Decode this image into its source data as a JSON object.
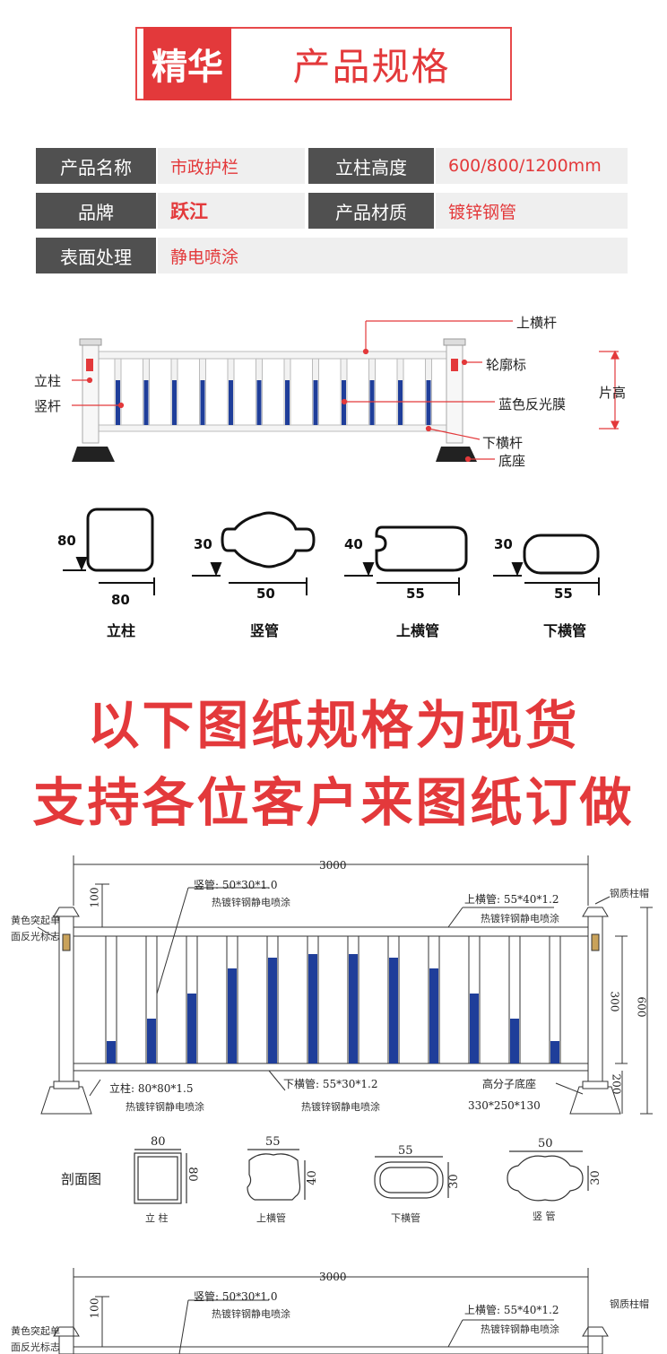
{
  "header": {
    "tag": "精华",
    "title": "产品规格"
  },
  "specs": {
    "row1": {
      "k1": "产品名称",
      "v1": "市政护栏",
      "k2": "立柱高度",
      "v2": "600/800/1200mm"
    },
    "row2": {
      "k1": "品牌",
      "v1": "跃江",
      "k2": "产品材质",
      "v2": "镀锌钢管"
    },
    "row3": {
      "k1": "表面处理",
      "v1": "静电喷涂"
    }
  },
  "diagram": {
    "left_labels": [
      "立柱",
      "竖杆"
    ],
    "right_labels": [
      "上横杆",
      "轮廓标",
      "蓝色反光膜",
      "下横杆",
      "底座"
    ],
    "height_label": "片高"
  },
  "sections": [
    {
      "name": "立柱",
      "h": "80",
      "w": "80"
    },
    {
      "name": "竖管",
      "h": "30",
      "w": "50"
    },
    {
      "name": "上横管",
      "h": "40",
      "w": "55"
    },
    {
      "name": "下横管",
      "h": "30",
      "w": "55"
    }
  ],
  "banner": {
    "line1": "以下图纸规格为现货",
    "line2": "支持各位客户来图纸订做"
  },
  "drawing": {
    "width": "3000",
    "top_offset": "100",
    "vertical_label": "竖管: 50*30*1.0",
    "vertical_note": "热镀锌钢静电喷涂",
    "top_rail_label": "上横管: 55*40*1.2",
    "top_rail_note": "热镀锌钢静电喷涂",
    "cap_label": "钢质柱帽",
    "reflector_label_1": "黄色突起单",
    "reflector_label_2": "面反光标志",
    "post_label": "立柱: 80*80*1.5",
    "post_note": "热镀锌钢静电喷涂",
    "bottom_rail_label": "下横管: 55*30*1.2",
    "bottom_rail_note": "热镀锌钢静电喷涂",
    "base_label": "高分子底座",
    "base_size": "330*250*130",
    "dim_300": "300",
    "dim_600": "600",
    "dim_200": "200",
    "section_title": "剖面图",
    "sec_post": {
      "top": "80",
      "side": "80",
      "name": "立 柱"
    },
    "sec_top": {
      "top": "55",
      "side": "40",
      "name": "上横管"
    },
    "sec_bottom": {
      "top": "55",
      "side": "30",
      "name": "下横管"
    },
    "sec_vertical": {
      "top": "50",
      "side": "30",
      "name": "竖 管"
    }
  },
  "drawing2": {
    "width": "3000",
    "top_offset": "100",
    "vertical_label": "竖管: 50*30*1.0",
    "vertical_note": "热镀锌钢静电喷涂",
    "top_rail_label": "上横管: 55*40*1.2",
    "top_rail_note": "热镀锌钢静电喷涂",
    "cap_label": "钢质柱帽",
    "reflector_label_1": "黄色突起单",
    "reflector_label_2": "面反光标志"
  },
  "colors": {
    "accent": "#e3393b",
    "key_bg": "#505050",
    "val_bg": "#efefef",
    "film_blue": "#1f3e9a"
  }
}
